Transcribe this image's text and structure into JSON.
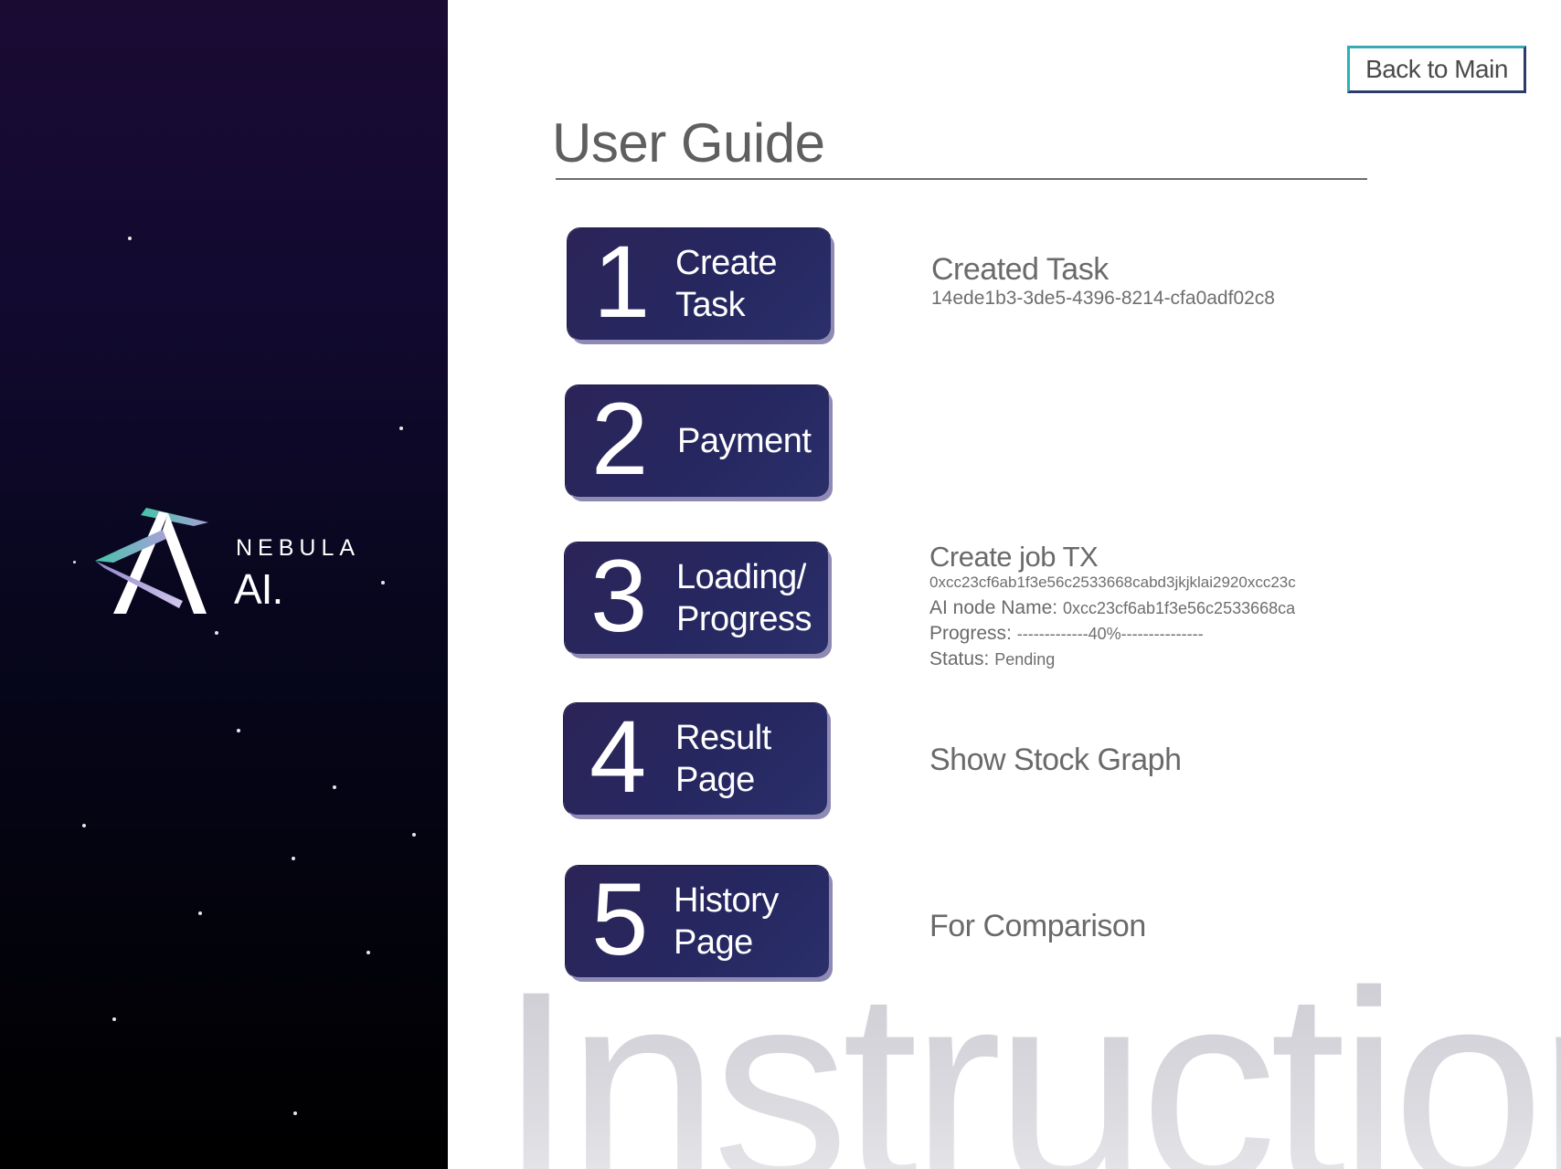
{
  "brand": {
    "line1": "NEBULA",
    "line2": "AI."
  },
  "header": {
    "back_label": "Back to Main",
    "title": "User Guide"
  },
  "steps": [
    {
      "number": "1",
      "label_line1": "Create",
      "label_line2": "Task"
    },
    {
      "number": "2",
      "label_line1": "Payment",
      "label_line2": ""
    },
    {
      "number": "3",
      "label_line1": "Loading/",
      "label_line2": "Progress"
    },
    {
      "number": "4",
      "label_line1": "Result",
      "label_line2": "Page"
    },
    {
      "number": "5",
      "label_line1": "History",
      "label_line2": "Page"
    }
  ],
  "details": {
    "created_task": {
      "heading": "Created Task",
      "task_id": "14ede1b3-3de5-4396-8214-cfa0adf02c8"
    },
    "job": {
      "heading": "Create job TX",
      "tx": "0xcc23cf6ab1f3e56c2533668cabd3jkjklai2920xcc23c",
      "node_key": "AI node Name:",
      "node_value": "0xcc23cf6ab1f3e56c2533668ca",
      "progress_key": "Progress:",
      "progress_value": "-------------40%---------------",
      "status_key": "Status:",
      "status_value": "Pending"
    },
    "result": {
      "text": "Show Stock Graph"
    },
    "history": {
      "text": "For Comparison"
    }
  },
  "watermark": "Instruction",
  "colors": {
    "button_bg": "#272660",
    "button_shadow": "#8e8ab4",
    "sidebar_top": "#1a0b33",
    "sidebar_bottom": "#000000",
    "text_gray": "#6a6a6a"
  }
}
